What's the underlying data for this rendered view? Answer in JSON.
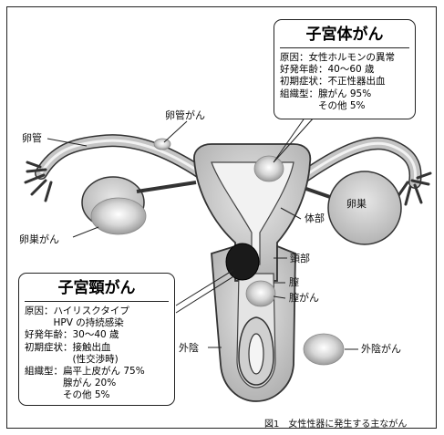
{
  "labels": {
    "oviduct": "卵管",
    "oviduct_cancer": "卵管がん",
    "ovary": "卵巣",
    "ovarian_cancer": "卵巣がん",
    "body": "体部",
    "neck": "頸部",
    "vagina": "膣",
    "vaginal_cancer": "膣がん",
    "vulva": "外陰",
    "vulvar_cancer": "外陰がん"
  },
  "uterine_body_box": {
    "title": "子宮体がん",
    "lines": [
      "原因：女性ホルモンの異常",
      "好発年齢：40～60 歳",
      "初期症状：不正性器出血",
      "組織型：腺がん 95%",
      "　　　　その他 5%"
    ]
  },
  "cervical_box": {
    "title": "子宮頸がん",
    "lines": [
      "原因：ハイリスクタイプ",
      "　　　HPV の持続感染",
      "好発年齢：30～40 歳",
      "初期症状：接触出血",
      "　　　　　(性交渉時)",
      "組織型：扁平上皮がん 75%",
      "　　　　腺がん 20%",
      "　　　　その他 5%"
    ]
  },
  "caption": "図1　女性性器に発生する主ながん",
  "colors": {
    "outline": "#333333",
    "organ_fill": "#c8c8c8",
    "cavity_fill": "#f2f2f2",
    "tumor": "#1a1a1a"
  }
}
